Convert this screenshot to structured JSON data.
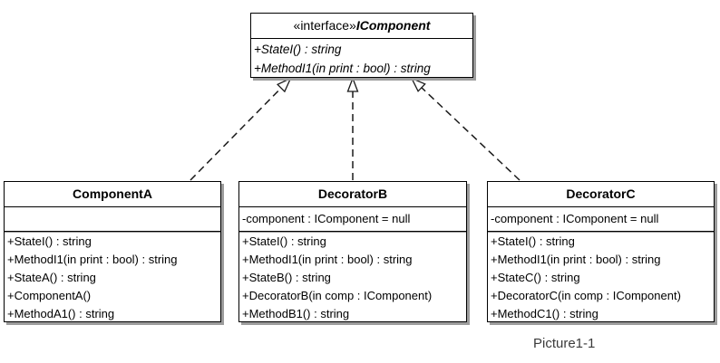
{
  "diagram": {
    "caption": "Picture1-1",
    "interface": {
      "stereotype": "«interface»",
      "name": "IComponent",
      "methods": [
        "+StateI() : string",
        "+MethodI1(in print : bool) : string"
      ]
    },
    "classes": [
      {
        "name": "ComponentA",
        "attributes": [],
        "methods": [
          "+StateI() : string",
          "+MethodI1(in print : bool) : string",
          "+StateA() : string",
          "+ComponentA()",
          "+MethodA1() : string"
        ]
      },
      {
        "name": "DecoratorB",
        "attributes": [
          "-component : IComponent = null"
        ],
        "methods": [
          "+StateI() : string",
          "+MethodI1(in print : bool) : string",
          "+StateB() : string",
          "+DecoratorB(in comp : IComponent)",
          "+MethodB1() : string"
        ]
      },
      {
        "name": "DecoratorC",
        "attributes": [
          "-component : IComponent = null"
        ],
        "methods": [
          "+StateI() : string",
          "+MethodI1(in print : bool) : string",
          "+StateC() : string",
          "+DecoratorC(in comp : IComponent)",
          "+MethodC1() : string"
        ]
      }
    ],
    "relationships": [
      {
        "from": "ComponentA",
        "to": "IComponent",
        "type": "realization"
      },
      {
        "from": "DecoratorB",
        "to": "IComponent",
        "type": "realization"
      },
      {
        "from": "DecoratorC",
        "to": "IComponent",
        "type": "realization"
      }
    ],
    "colors": {
      "background": "#ffffff",
      "border": "#000000",
      "text": "#000000",
      "shadow": "#9c9c9c",
      "caption_text": "#3b3b3b"
    }
  }
}
